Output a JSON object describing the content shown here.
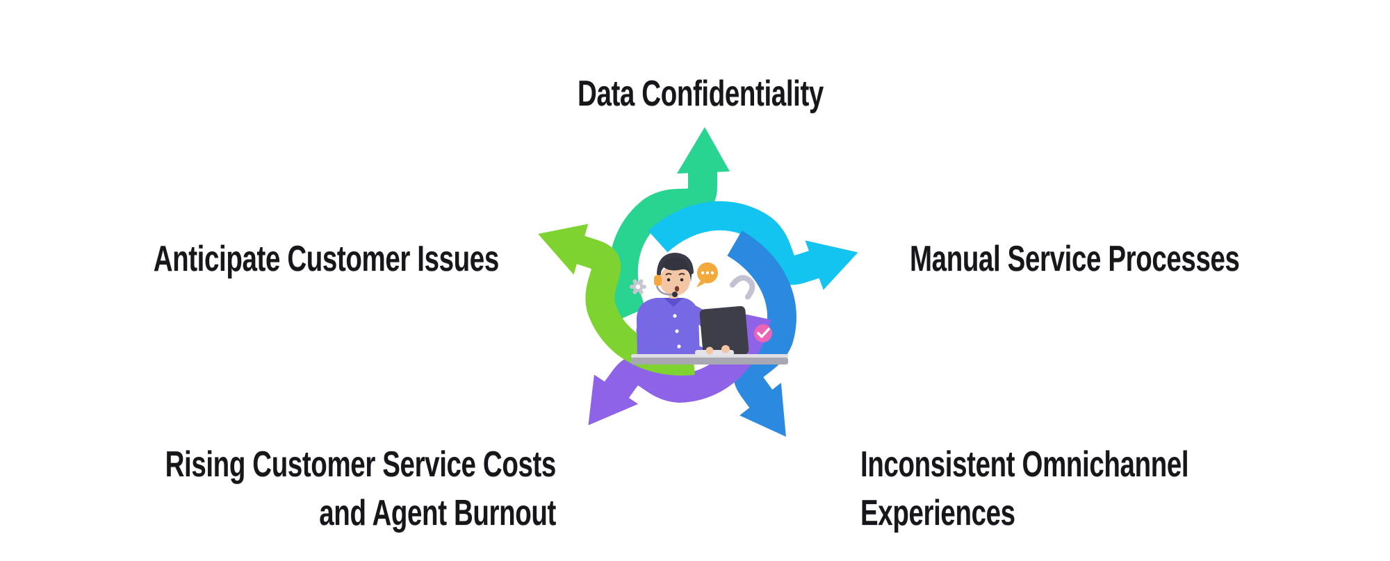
{
  "background": "#ffffff",
  "text_color": "#17171B",
  "labels": {
    "top": "Data Confidentiality",
    "left": "Anticipate Customer Issues",
    "right": "Manual Service Processes",
    "bottom_left": {
      "line1": "Rising Customer Service Costs",
      "line2": "and Agent Burnout"
    },
    "bottom_right": {
      "line1": "Inconsistent Omnichannel",
      "line2": "Experiences"
    }
  },
  "arrows": {
    "top": {
      "color": "#29D390",
      "direction": "up"
    },
    "right": {
      "color": "#12C4EF",
      "direction": "right"
    },
    "bottom_right": {
      "color": "#2B8ADF",
      "direction": "down-right"
    },
    "bottom_left": {
      "color": "#8F63E8",
      "direction": "down-left"
    },
    "left": {
      "color": "#7ED331",
      "direction": "up-left"
    }
  },
  "illustration": {
    "subject": "customer support agent with headset working at a desk with monitor",
    "floating_icons": [
      "gear-icon",
      "chat-bubble-icon",
      "phone-icon",
      "check-badge-icon"
    ],
    "palette": {
      "shirt": "#7769E4",
      "shirt_dark": "#5E50CF",
      "skin": "#F3C7A6",
      "hair": "#34343E",
      "monitor": "#3E3E48",
      "desk": "#A8A8B2",
      "desk_top": "#DEDEE4",
      "bubble": "#F3A93C",
      "check_badge": "#EC64B5",
      "icon_grey": "#C2C2D3"
    }
  }
}
